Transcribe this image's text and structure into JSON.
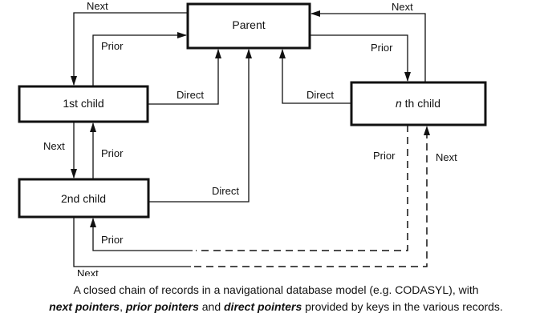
{
  "diagram": {
    "nodes": {
      "parent": "Parent",
      "first_child": "1st child",
      "nth_child_n": "n",
      "nth_child_rest": " th child",
      "second_child": "2nd child"
    },
    "labels": {
      "next_top_left": "Next",
      "prior_top_left": "Prior",
      "next_top_right": "Next",
      "prior_top_right": "Prior",
      "direct_first": "Direct",
      "direct_nth": "Direct",
      "direct_second": "Direct",
      "next_first_second": "Next",
      "prior_second_first": "Prior",
      "prior_nth": "Prior",
      "next_nth": "Next",
      "prior_bottom": "Prior",
      "next_bottom": "Next"
    }
  },
  "caption": {
    "line1": "A closed chain of records in a navigational database model (e.g. CODASYL), with",
    "line2_term1": "next pointers",
    "line2_sep1": ", ",
    "line2_term2": "prior pointers",
    "line2_sep2": " and ",
    "line2_term3": "direct pointers",
    "line2_tail": " provided by keys in the various records."
  }
}
